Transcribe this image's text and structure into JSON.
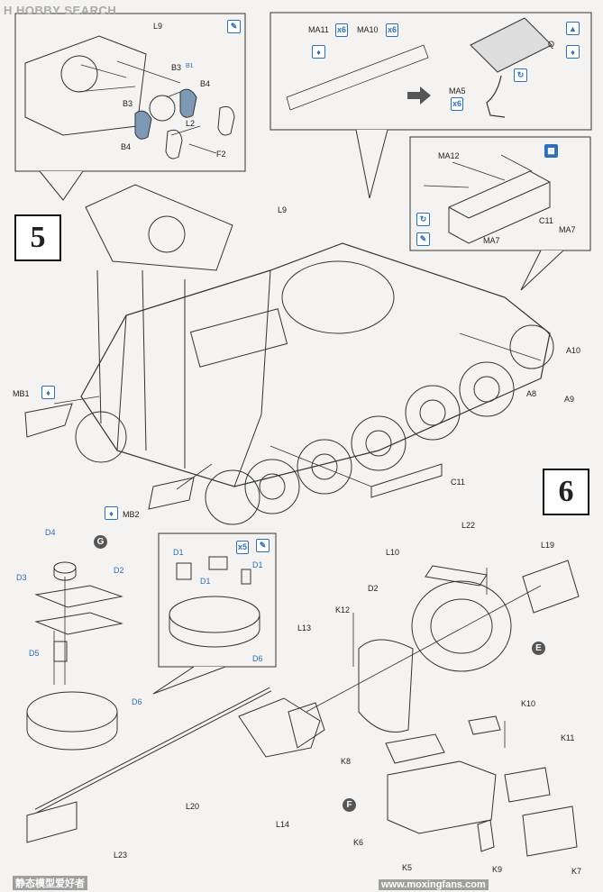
{
  "watermark": {
    "brand": "HOBBY SEARCH",
    "logo_letter": "H",
    "footer_cn": "静态模型爱好者",
    "footer_url": "www.moxingfans.com"
  },
  "steps": {
    "five": "5",
    "six": "6"
  },
  "subassembly_markers": {
    "g": "G",
    "e": "E",
    "f": "F"
  },
  "parts": {
    "l9_inset": "L9",
    "b3_top": "B3",
    "b3_alt_code": "B1",
    "b4_top": "B4",
    "b3_mid": "B3",
    "l2": "L2",
    "b4_low": "B4",
    "f2": "F2",
    "ma11": "MA11",
    "ma10": "MA10",
    "ma5": "MA5",
    "q": "Q",
    "ma12": "MA12",
    "c11_inset": "C11",
    "ma7_a": "MA7",
    "ma7_b": "MA7",
    "l9_main": "L9",
    "mb1": "MB1",
    "mb2": "MB2",
    "a10": "A10",
    "a8": "A8",
    "a9": "A9",
    "c11_main": "C11",
    "d4": "D4",
    "d3": "D3",
    "d2_g": "D2",
    "d5": "D5",
    "d6_g": "D6",
    "d1_a": "D1",
    "d1_b": "D1",
    "d1_c": "D1",
    "d6_inset": "D6",
    "l22": "L22",
    "l10": "L10",
    "l19": "L19",
    "d2_turret": "D2",
    "k12": "K12",
    "l13": "L13",
    "k10": "K10",
    "k8": "K8",
    "k11": "K11",
    "l20": "L20",
    "l14": "L14",
    "k6": "K6",
    "k5": "K5",
    "k9": "K9",
    "k7": "K7",
    "l23": "L23"
  },
  "quantities": {
    "ma11_qty": "x6",
    "ma10_qty": "x6",
    "ma5_qty": "x6",
    "d1_qty": "x5"
  },
  "icons": [
    "glue-icon",
    "paint-drop-icon",
    "cement-icon",
    "flip-icon",
    "rotate-icon",
    "etched-icon"
  ],
  "colors": {
    "accent_blue": "#2f6fb5",
    "line": "#333333"
  }
}
